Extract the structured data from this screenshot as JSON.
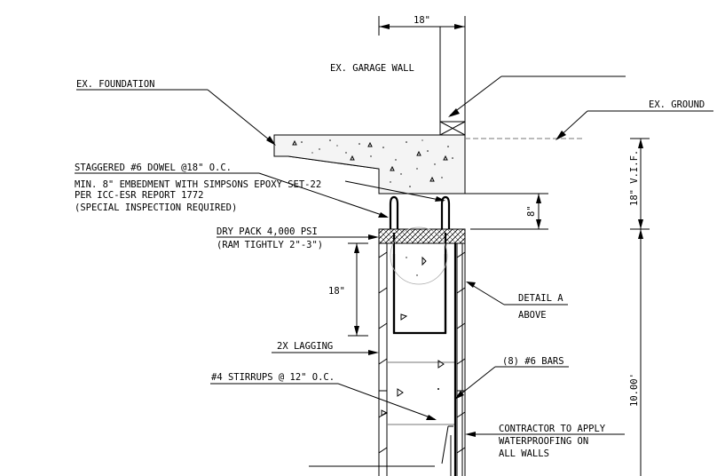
{
  "labels": {
    "dim_width": "18\"",
    "garage_wall": "EX. GARAGE WALL",
    "foundation": "EX. FOUNDATION",
    "ground": "EX. GROUND",
    "dowel": "STAGGERED #6 DOWEL @18\" O.C.",
    "embed_1": "MIN. 8\" EMBEDMENT WITH SIMPSONS EPOXY SET-22",
    "embed_2": "PER ICC-ESR REPORT 1772",
    "embed_3": "(SPECIAL INSPECTION REQUIRED)",
    "drypack_1": "DRY PACK 4,000 PSI",
    "drypack_2": "(RAM TIGHTLY 2\"-3\")",
    "dim_8": "8\"",
    "dim_vif": "18\" V.I.F.",
    "dim_18_side": "18\"",
    "detail_1": "DETAIL A",
    "detail_2": "ABOVE",
    "lagging": "2X LAGGING",
    "bars": "(8) #6 BARS",
    "stirrups": "#4 STIRRUPS @ 12\" O.C.",
    "dim_10": "10.00'",
    "contractor_1": "CONTRACTOR TO APPLY",
    "contractor_2": "WATERPROOFING ON",
    "contractor_3": "ALL WALLS"
  },
  "colors": {
    "line": "#000000",
    "ground_line": "#777777",
    "background": "#ffffff"
  }
}
